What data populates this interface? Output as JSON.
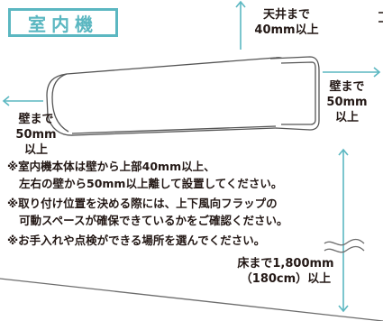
{
  "title": "室内機",
  "clearance": {
    "top": [
      "天井まで",
      "40mm以上"
    ],
    "left": [
      "壁まで",
      "50mm",
      "以上"
    ],
    "right": [
      "壁まで",
      "50mm",
      "以上"
    ],
    "floor": [
      "床まで1,800mm",
      "（180cm）以上"
    ]
  },
  "notes": [
    "※室内機本体は壁から上部40mm以上、",
    "左右の壁から50mm以上離して設置してください。",
    "※取り付け位置を決める際には、上下風向フラップの",
    "可動スペースが確保できているかをご確認ください。",
    "※お手入れや点検ができる場所を選んでください。"
  ],
  "colors": {
    "accent": "#5bb7c1",
    "text": "#231815",
    "line": "#6d6d6d"
  }
}
